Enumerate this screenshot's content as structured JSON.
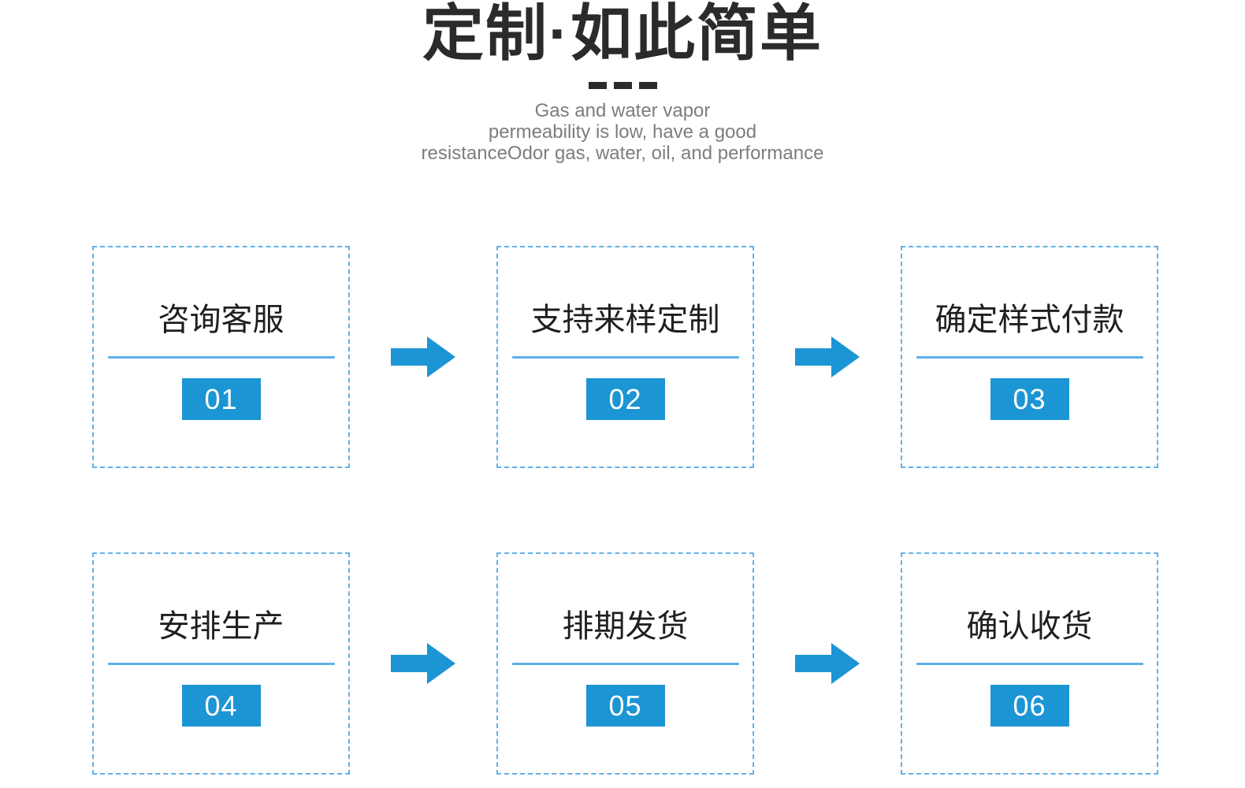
{
  "header": {
    "title": "定制·如此简单",
    "divider_icon": "three-dashes-icon",
    "divider_dash_count": 3,
    "subtitle_lines": [
      "Gas and  water  vapor",
      "permeability   is low,  have a good",
      "resistanceOdor   gas, water,  oil,  and performance"
    ]
  },
  "colors": {
    "accent_blue": "#1c95d4",
    "border_blue": "#63b2ea",
    "rule_blue": "#5cb0e8",
    "title_dark": "#2b2b2b",
    "subtitle_gray": "#7d7d7d",
    "background": "#ffffff"
  },
  "flow": {
    "arrow_icon": "arrow-right-icon",
    "rows": [
      {
        "steps": [
          {
            "label": "咨询客服",
            "number": "01"
          },
          {
            "label": "支持来样定制",
            "number": "02"
          },
          {
            "label": "确定样式付款",
            "number": "03"
          }
        ]
      },
      {
        "steps": [
          {
            "label": "安排生产",
            "number": "04"
          },
          {
            "label": "排期发货",
            "number": "05"
          },
          {
            "label": "确认收货",
            "number": "06"
          }
        ]
      }
    ]
  }
}
